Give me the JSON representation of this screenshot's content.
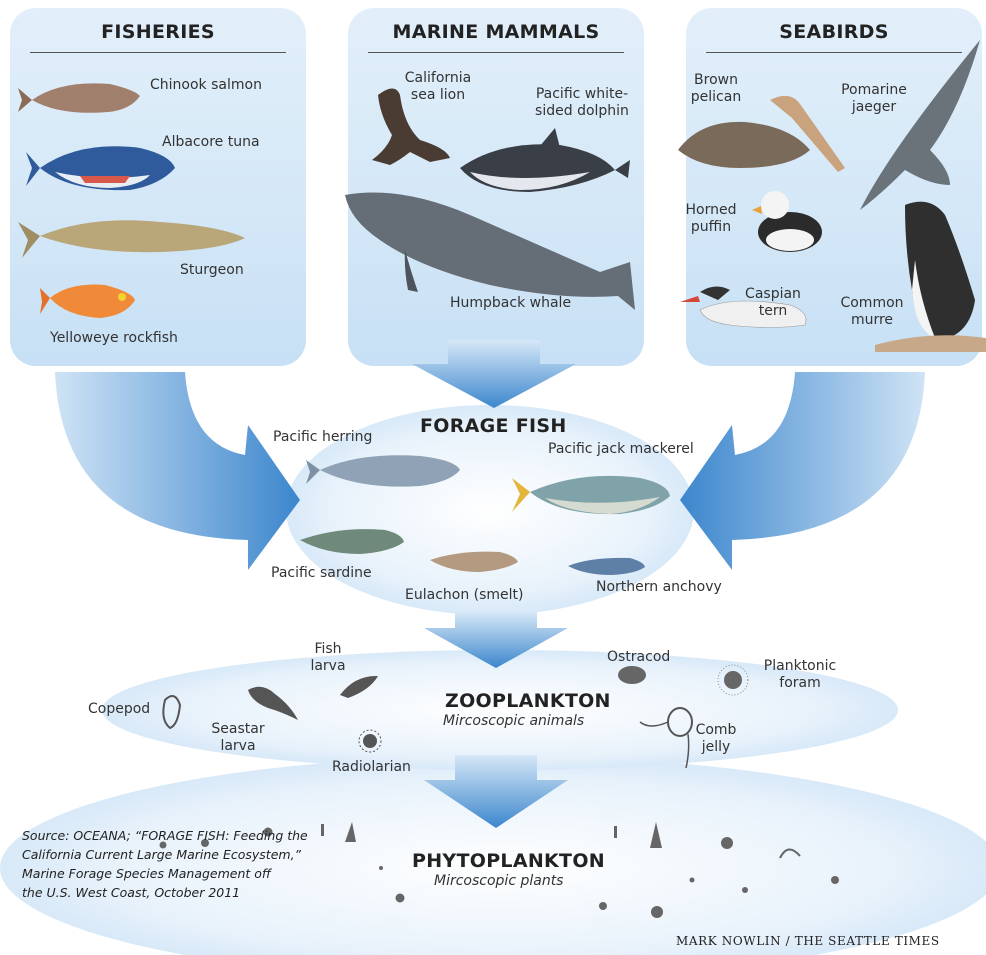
{
  "panels": {
    "fisheries": {
      "title": "FISHERIES",
      "species": [
        "Chinook salmon",
        "Albacore tuna",
        "Sturgeon",
        "Yelloweye rockfish"
      ]
    },
    "marine_mammals": {
      "title": "MARINE MAMMALS",
      "species": [
        "California\nsea lion",
        "Pacific white-\nsided dolphin",
        "Humpback whale"
      ]
    },
    "seabirds": {
      "title": "SEABIRDS",
      "species": [
        "Brown\npelican",
        "Pomarine\njaeger",
        "Horned\npuffin",
        "Caspian\ntern",
        "Common\nmurre"
      ]
    }
  },
  "forage_fish": {
    "title": "FORAGE FISH",
    "species": [
      "Pacific herring",
      "Pacific jack mackerel",
      "Pacific sardine",
      "Eulachon (smelt)",
      "Northern anchovy"
    ]
  },
  "zooplankton": {
    "title": "ZOOPLANKTON",
    "subtitle": "Mircoscopic animals",
    "organisms": [
      "Copepod",
      "Fish\nlarva",
      "Seastar\nlarva",
      "Radiolarian",
      "Ostracod",
      "Planktonic\nforam",
      "Comb\njelly"
    ]
  },
  "phytoplankton": {
    "title": "PHYTOPLANKTON",
    "subtitle": "Mircoscopic plants"
  },
  "source": "Source: OCEANA; “FORAGE FISH: Feeding the\nCalifornia Current Large Marine Ecosystem,”\nMarine Forage Species Management off\nthe U.S. West Coast, October 2011",
  "credit": "MARK NOWLIN / THE SEATTLE TIMES",
  "colors": {
    "panel": "#d6e9f8",
    "arrow_dark": "#3d88cf",
    "arrow_light": "#cfe4f6",
    "ellipse": "#d9eaf8"
  }
}
